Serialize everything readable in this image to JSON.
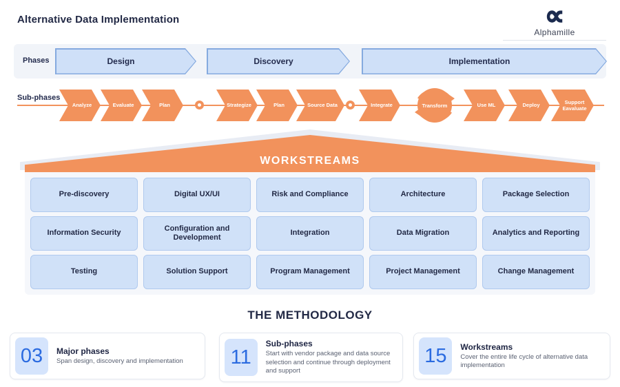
{
  "header": {
    "title": "Alternative Data Implementation",
    "brand": "Alphamille",
    "logo_symbol": "∝"
  },
  "colors": {
    "accent_orange": "#F2925C",
    "box_blue_fill": "#D0E1F8",
    "box_blue_border": "#AFC9EE",
    "navy_text": "#232B4D",
    "number_blue": "#2B6BE0"
  },
  "phases": {
    "label": "Phases",
    "items": [
      "Design",
      "Discovery",
      "Implementation"
    ]
  },
  "subphases": {
    "label": "Sub-phases",
    "sequence": [
      {
        "type": "chevron",
        "label": "Analyze"
      },
      {
        "type": "chevron",
        "label": "Evaluate"
      },
      {
        "type": "chevron",
        "label": "Plan"
      },
      {
        "type": "connector",
        "label": ""
      },
      {
        "type": "chevron",
        "label": "Strategize"
      },
      {
        "type": "chevron",
        "label": "Plan"
      },
      {
        "type": "chevron",
        "label": "Source Data"
      },
      {
        "type": "connector",
        "label": ""
      },
      {
        "type": "chevron",
        "label": "Integrate"
      },
      {
        "type": "cycle",
        "label": "Transform"
      },
      {
        "type": "chevron",
        "label": "Use ML"
      },
      {
        "type": "chevron",
        "label": "Deploy"
      },
      {
        "type": "chevron",
        "label": "Support Eavaluate"
      }
    ]
  },
  "workstreams": {
    "banner": "WORKSTREAMS",
    "items": [
      "Pre-discovery",
      "Digital UX/UI",
      "Risk and Compliance",
      "Architecture",
      "Package Selection",
      "Information Security",
      "Configuration and Development",
      "Integration",
      "Data Migration",
      "Analytics and Reporting",
      "Testing",
      "Solution Support",
      "Program Management",
      "Project Management",
      "Change Management"
    ]
  },
  "methodology": {
    "heading": "THE METHODOLOGY",
    "cards": [
      {
        "number": "03",
        "title": "Major phases",
        "description": "Span design, discovery and implementation"
      },
      {
        "number": "11",
        "title": "Sub-phases",
        "description": "Start with vendor package and data source selection and continue through deployment and support"
      },
      {
        "number": "15",
        "title": "Workstreams",
        "description": "Cover the entire life cycle of alternative data implementation"
      }
    ]
  }
}
